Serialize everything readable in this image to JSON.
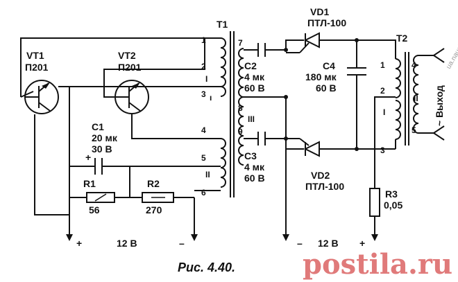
{
  "components": {
    "vt1": {
      "ref": "VT1",
      "type": "П201"
    },
    "vt2": {
      "ref": "VT2",
      "type": "П201"
    },
    "t1": {
      "ref": "T1"
    },
    "t2": {
      "ref": "T2"
    },
    "c1": {
      "ref": "C1",
      "value": "20 мк",
      "voltage": "30 В"
    },
    "c2": {
      "ref": "C2",
      "value": "4 мк",
      "voltage": "60 В"
    },
    "c3": {
      "ref": "C3",
      "value": "4 мк",
      "voltage": "60 В"
    },
    "c4": {
      "ref": "C4",
      "value": "180 мк",
      "voltage": "60 В"
    },
    "r1": {
      "ref": "R1",
      "value": "56"
    },
    "r2": {
      "ref": "R2",
      "value": "270"
    },
    "r3": {
      "ref": "R3",
      "value": "0,05"
    },
    "vd1": {
      "ref": "VD1",
      "type": "ПТЛ-100"
    },
    "vd2": {
      "ref": "VD2",
      "type": "ПТЛ-100"
    }
  },
  "t1_pins": [
    "1",
    "2",
    "3",
    "4",
    "5",
    "6",
    "7",
    "8",
    "9"
  ],
  "t1_windings": [
    "I",
    "II",
    "III"
  ],
  "t2_pins": [
    "1",
    "2",
    "3",
    "4",
    "5"
  ],
  "t2_windings": [
    "I",
    "II"
  ],
  "winding_tap_mark": "ı",
  "power_left": {
    "plus": "+",
    "voltage": "12 В",
    "minus": "–"
  },
  "power_right": {
    "minus": "–",
    "voltage": "12 В",
    "plus": "+"
  },
  "output_label": "~ Выход",
  "polarity_plus": "+",
  "caption": "Рис. 4.40.",
  "watermark_site": "ua.nauchebe.net",
  "watermark_logo": "postila.ru"
}
